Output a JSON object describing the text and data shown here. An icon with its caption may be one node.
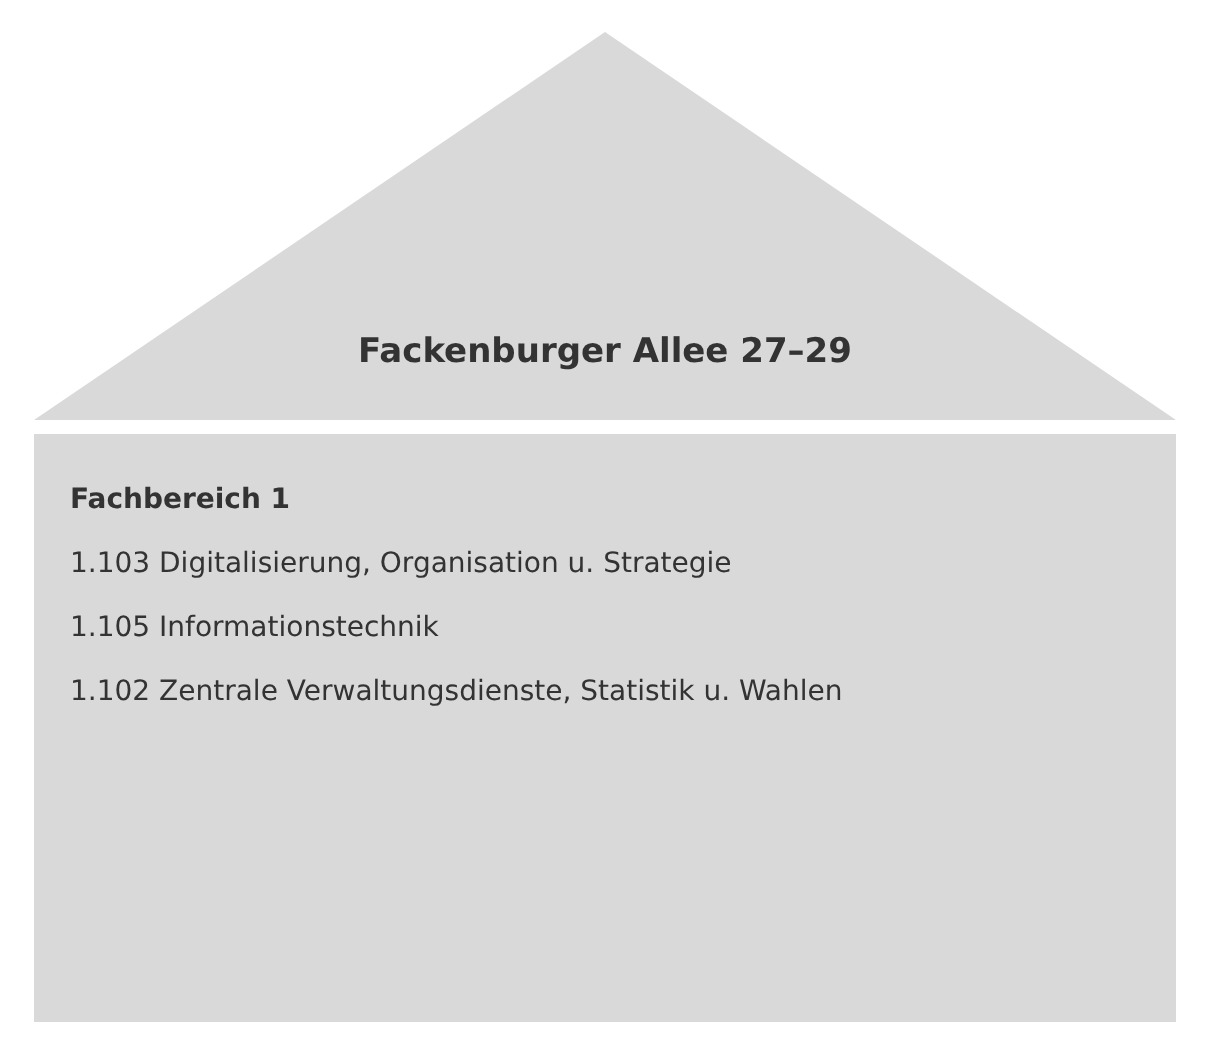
{
  "diagram": {
    "nodes": [
      {
        "text": [
          "Fackenburger Allee 27–29"
        ]
      },
      {
        "text": [
          "Fachbereich 1",
          "1.103 Digitalisierung, Organisation u. Strategie",
          "1.105 Informationstechnik",
          "1.102 Zentrale Verwaltungsdienste, Statistik u. Wahlen"
        ]
      }
    ]
  }
}
